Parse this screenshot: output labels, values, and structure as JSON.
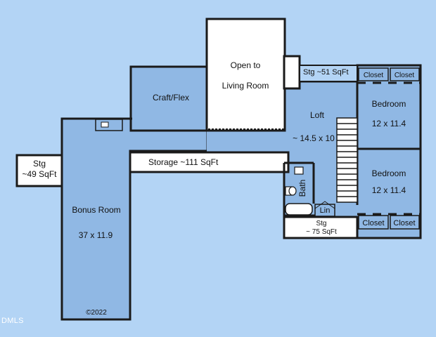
{
  "rooms": {
    "open_to_living": {
      "line1": "Open to",
      "line2": "Living Room"
    },
    "craft_flex": "Craft/Flex",
    "stg_top": "Stg  ~51 SqFt",
    "closet_tl": "Closet",
    "closet_tr": "Closet",
    "bedroom_upper": {
      "name": "Bedroom",
      "size": "12 x 11.4"
    },
    "loft": {
      "name": "Loft",
      "size": "~ 14.5 x 10"
    },
    "stg_left": {
      "name": "Stg",
      "size": "~49 SqFt"
    },
    "storage": "Storage   ~111 SqFt",
    "bath": "Bath",
    "lin": "Lin",
    "bedroom_lower": {
      "name": "Bedroom",
      "size": "12 x 11.4"
    },
    "bonus": {
      "name": "Bonus Room",
      "size": "37 x 11.9"
    },
    "stg_bottom": {
      "name": "Stg",
      "size": "~ 75 SqFt"
    },
    "closet_bl": "Closet",
    "closet_br": "Closet"
  },
  "copyright": "©2022",
  "watermark": "DMLS",
  "colors": {
    "background": "#b3d4f5",
    "room_fill": "#90b8e4",
    "wall": "#1a1a1a",
    "open_area": "#ffffff"
  }
}
